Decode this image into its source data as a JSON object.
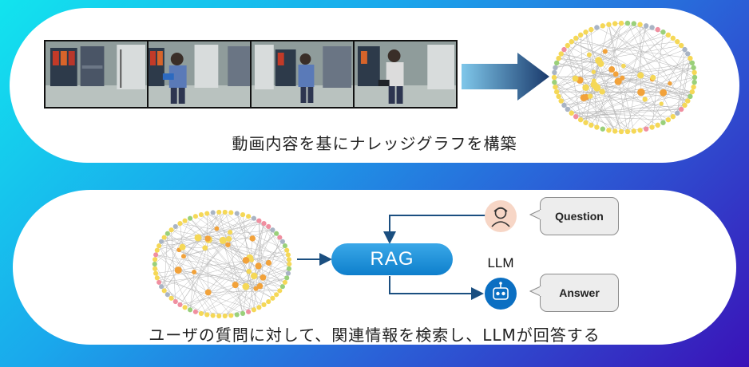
{
  "top_panel": {
    "caption": "動画内容を基にナレッジグラフを構築"
  },
  "bottom_panel": {
    "caption": "ユーザの質問に対して、関連情報を検索し、LLMが回答する",
    "rag_label": "RAG",
    "llm_label": "LLM",
    "question_label": "Question",
    "answer_label": "Answer"
  },
  "icons": {
    "user": "user-avatar-icon",
    "robot": "robot-icon"
  }
}
